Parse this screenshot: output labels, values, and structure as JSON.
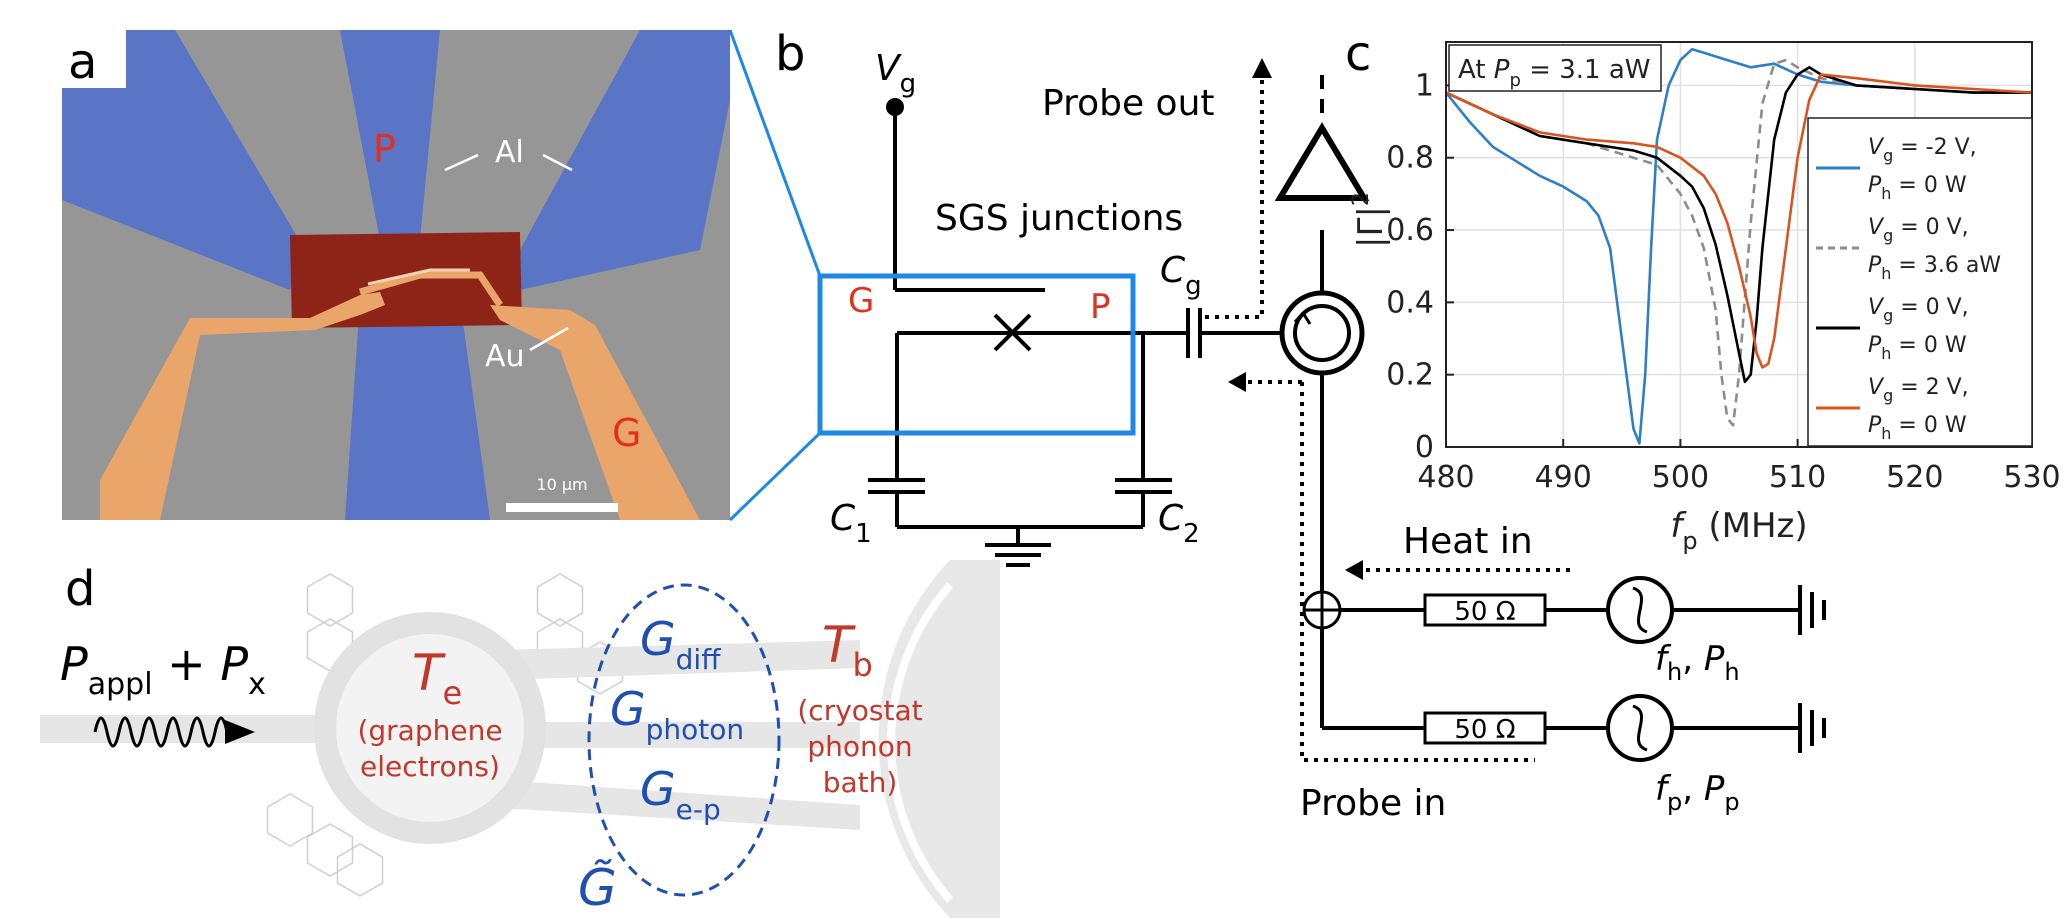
{
  "panel_labels": {
    "a": "a",
    "b": "b",
    "c": "c",
    "d": "d"
  },
  "panel_a": {
    "label_p": "P",
    "label_g": "G",
    "label_al": "Al",
    "label_au": "Au",
    "scalebar": "10 µm",
    "colors": {
      "al": "#5a74c6",
      "au": "#e9a56a",
      "graphene": "#8e2417",
      "substrate": "#9b9b9b"
    }
  },
  "panel_b": {
    "vg": "V",
    "vg_sub": "g",
    "g": "G",
    "p": "P",
    "sgs": "SGS junctions",
    "cg": "C",
    "cg_sub": "g",
    "c1": "C",
    "c1_sub": "1",
    "c2": "C",
    "c2_sub": "2",
    "probe_out": "Probe out",
    "heat_in": "Heat in",
    "probe_in": "Probe in",
    "resistor_1": "50 Ω",
    "resistor_2": "50 Ω",
    "src_h": "f",
    "src_h_sub": "h",
    "src_h_sep": ", ",
    "src_h_p": "P",
    "src_h_p_sub": "h",
    "src_p": "f",
    "src_p_sub": "p",
    "src_p_sep": ", ",
    "src_p_p": "P",
    "src_p_p_sub": "p"
  },
  "chart_data": {
    "type": "line",
    "annotation": {
      "prefix": "At ",
      "sym": "P",
      "sub": "p",
      "suffix": " = 3.1 aW"
    },
    "xlabel": {
      "sym": "f",
      "sub": "p",
      "unit": " (MHz)"
    },
    "ylabel": {
      "base": "|Γ|",
      "sup": "2"
    },
    "xlim": [
      480,
      530
    ],
    "ylim": [
      0,
      1.12
    ],
    "xticks": [
      "480",
      "490",
      "500",
      "510",
      "520",
      "530"
    ],
    "yticks": [
      "0",
      "0.2",
      "0.4",
      "0.6",
      "0.8",
      "1"
    ],
    "grid": true,
    "legend_position": "right",
    "series": [
      {
        "line1": "V",
        "line1_sub": "g",
        "line1_rest": " = -2 V,",
        "line2": "P",
        "line2_sub": "h",
        "line2_rest": " = 0 W",
        "color": "#2f7fc7",
        "dash": "",
        "x": [
          480,
          482,
          484,
          486,
          488,
          490,
          492,
          493,
          494,
          495,
          496,
          496.5,
          497,
          497.5,
          498,
          499,
          500,
          501,
          502,
          504,
          506,
          508,
          510,
          512,
          515,
          520,
          525,
          530
        ],
        "y": [
          0.98,
          0.9,
          0.83,
          0.79,
          0.75,
          0.72,
          0.68,
          0.64,
          0.55,
          0.3,
          0.05,
          0.01,
          0.2,
          0.55,
          0.85,
          1.0,
          1.07,
          1.1,
          1.09,
          1.07,
          1.05,
          1.06,
          1.03,
          1.01,
          1.0,
          0.99,
          0.98,
          0.98
        ]
      },
      {
        "line1": "V",
        "line1_sub": "g",
        "line1_rest": " = 0 V,",
        "line2": "P",
        "line2_sub": "h",
        "line2_rest": " = 3.6 aW",
        "color": "#8c8c8c",
        "dash": "9 6",
        "x": [
          480,
          484,
          488,
          492,
          496,
          498,
          500,
          501,
          502,
          503,
          503.5,
          504,
          504.5,
          505,
          506,
          507,
          508,
          509,
          510,
          512,
          515,
          520,
          525,
          530
        ],
        "y": [
          0.98,
          0.92,
          0.86,
          0.84,
          0.8,
          0.78,
          0.7,
          0.64,
          0.55,
          0.38,
          0.2,
          0.08,
          0.06,
          0.2,
          0.62,
          0.95,
          1.06,
          1.07,
          1.05,
          1.02,
          1.0,
          0.99,
          0.98,
          0.98
        ]
      },
      {
        "line1": "V",
        "line1_sub": "g",
        "line1_rest": " = 0 V,",
        "line2": "P",
        "line2_sub": "h",
        "line2_rest": " = 0 W",
        "color": "#000000",
        "dash": "",
        "x": [
          480,
          484,
          488,
          492,
          496,
          498,
          500,
          501,
          502,
          503,
          504,
          505,
          505.5,
          506,
          506.5,
          507,
          508,
          509,
          510,
          511,
          512,
          515,
          520,
          525,
          530
        ],
        "y": [
          0.98,
          0.92,
          0.86,
          0.84,
          0.82,
          0.8,
          0.75,
          0.72,
          0.66,
          0.56,
          0.42,
          0.26,
          0.18,
          0.2,
          0.35,
          0.55,
          0.85,
          0.98,
          1.03,
          1.05,
          1.03,
          1.0,
          0.99,
          0.98,
          0.98
        ]
      },
      {
        "line1": "V",
        "line1_sub": "g",
        "line1_rest": " = 2 V,",
        "line2": "P",
        "line2_sub": "h",
        "line2_rest": " = 0 W",
        "color": "#d9541e",
        "dash": "",
        "x": [
          480,
          484,
          488,
          492,
          496,
          498,
          500,
          502,
          503,
          504,
          505,
          506,
          506.5,
          507,
          507.5,
          508,
          509,
          510,
          511,
          512,
          515,
          520,
          525,
          530
        ],
        "y": [
          0.98,
          0.92,
          0.87,
          0.85,
          0.84,
          0.83,
          0.8,
          0.75,
          0.7,
          0.62,
          0.5,
          0.36,
          0.26,
          0.22,
          0.23,
          0.3,
          0.55,
          0.8,
          0.96,
          1.03,
          1.02,
          1.0,
          0.99,
          0.98
        ]
      }
    ]
  },
  "panel_d": {
    "p_appl": "P",
    "p_appl_sub": "appl",
    "plus": " + ",
    "p_x": "P",
    "p_x_sub": "x",
    "te": "T",
    "te_sub": "e",
    "te_desc1": "(graphene",
    "te_desc2": "electrons)",
    "tb": "T",
    "tb_sub": "b",
    "tb_desc1": "(cryostat",
    "tb_desc2": "phonon",
    "tb_desc3": "bath)",
    "g_diff": "G",
    "g_diff_sub": "diff",
    "g_photon": "G",
    "g_photon_sub": "photon",
    "g_ep": "G",
    "g_ep_sub": "e-p",
    "g_total": "G̃"
  }
}
